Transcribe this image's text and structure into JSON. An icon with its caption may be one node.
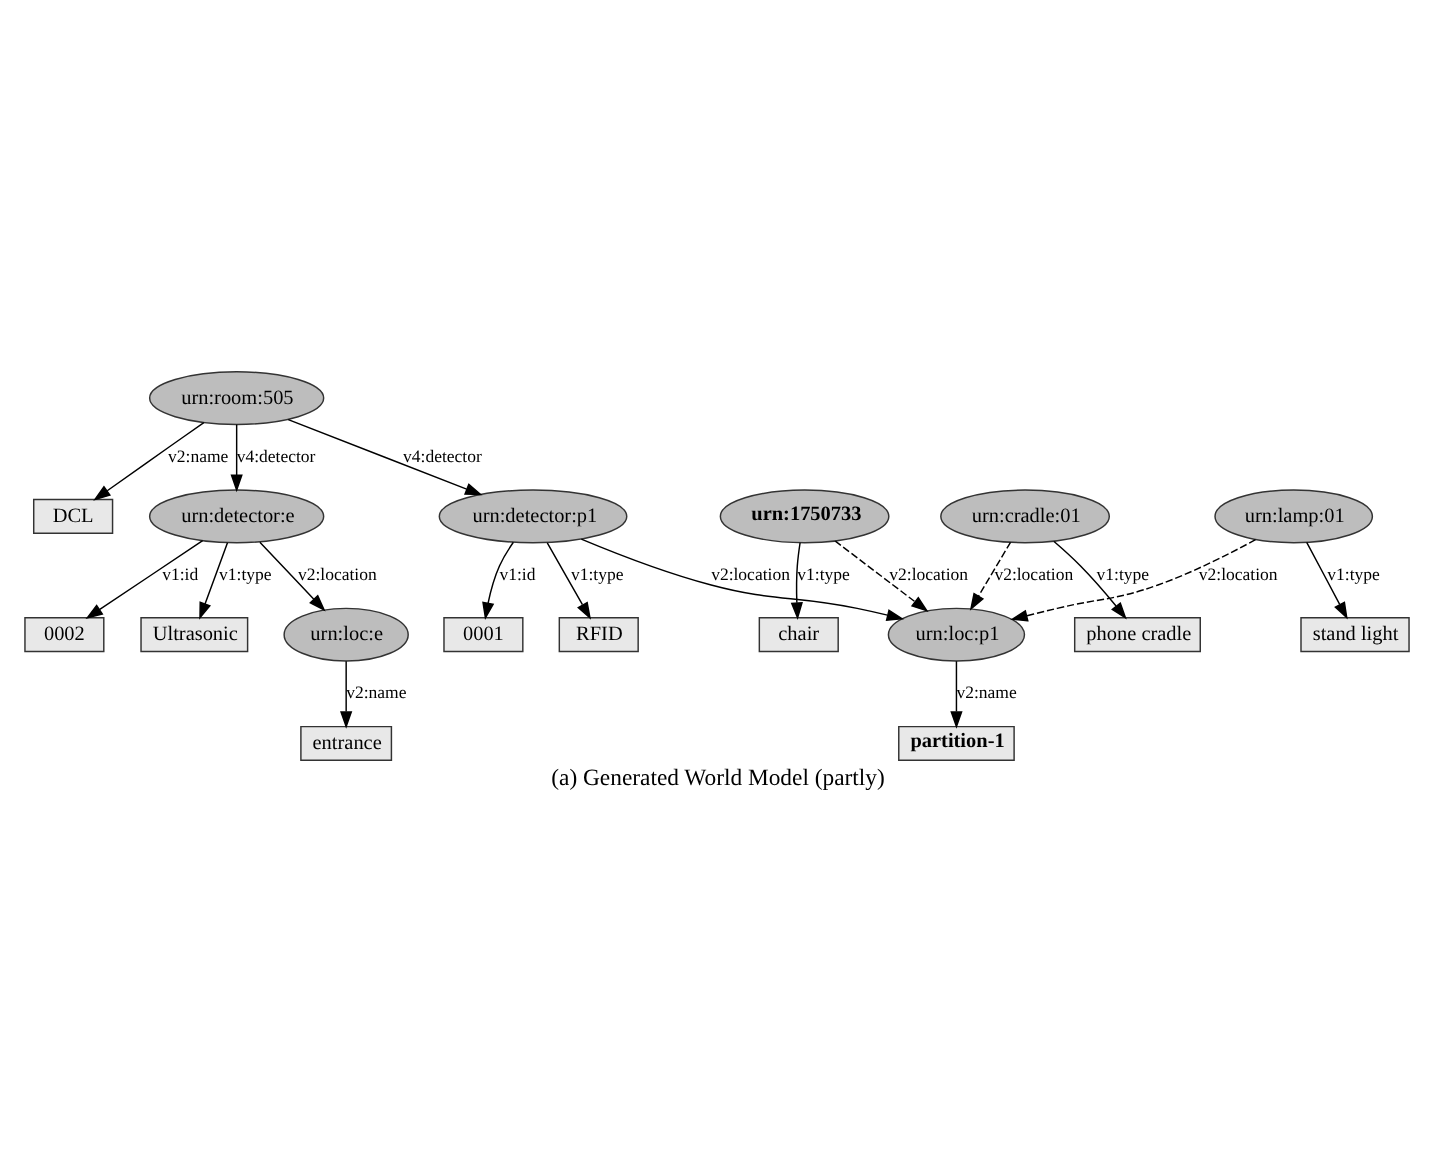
{
  "diagram": {
    "caption": "(a) Generated World Model (partly)",
    "nodes": [
      {
        "text": [
          "urn:room:505"
        ]
      },
      {
        "text": [
          "DCL"
        ]
      },
      {
        "text": [
          "urn:detector:e"
        ]
      },
      {
        "text": [
          "urn:detector:p1"
        ]
      },
      {
        "text": [
          "0002"
        ]
      },
      {
        "text": [
          "Ultrasonic"
        ]
      },
      {
        "text": [
          "0001"
        ]
      },
      {
        "text": [
          "RFID"
        ]
      },
      {
        "text": [
          "urn:loc:e"
        ]
      },
      {
        "text": [
          "entrance"
        ]
      },
      {
        "text": [
          "urn:loc:p1"
        ]
      },
      {
        "text": [
          "partition-1"
        ]
      },
      {
        "text": [
          "urn:1750733"
        ]
      },
      {
        "text": [
          "urn:lamp:01"
        ]
      },
      {
        "text": [
          "chair"
        ]
      },
      {
        "text": [
          "urn:cradle:01"
        ]
      },
      {
        "text": [
          "stand light"
        ]
      },
      {
        "text": [
          "phone cradle"
        ]
      }
    ],
    "edges": [
      {
        "from": 0,
        "to": 3,
        "arrow": "to",
        "label": "v4:detector"
      },
      {
        "from": 0,
        "to": 1,
        "arrow": "to",
        "label": "v2:name"
      },
      {
        "from": 0,
        "to": 2,
        "arrow": "to",
        "label": "v4:detector"
      },
      {
        "from": 2,
        "to": 4,
        "arrow": "to",
        "label": "v1:id"
      },
      {
        "from": 2,
        "to": 5,
        "arrow": "to",
        "label": "v1:type"
      },
      {
        "from": 2,
        "to": 8,
        "arrow": "to",
        "label": "v2:location"
      },
      {
        "from": 3,
        "to": 6,
        "arrow": "to",
        "label": "v1:id"
      },
      {
        "from": 3,
        "to": 7,
        "arrow": "to",
        "label": "v1:type"
      },
      {
        "from": 3,
        "to": 10,
        "arrow": "to",
        "label": "v2:location"
      },
      {
        "from": 8,
        "to": 9,
        "arrow": "to",
        "label": "v2:name"
      },
      {
        "from": 10,
        "to": 11,
        "arrow": "to",
        "label": "v2:name"
      },
      {
        "from": 12,
        "to": 10,
        "arrow": "to",
        "label": "v2:location",
        "style": "dashed"
      },
      {
        "from": 15,
        "to": 10,
        "arrow": "to",
        "label": "v2:location",
        "style": "dashed"
      },
      {
        "from": 13,
        "to": 10,
        "arrow": "to",
        "label": "v2:location",
        "style": "dashed"
      },
      {
        "from": 12,
        "to": 14,
        "arrow": "to",
        "label": "v1:type"
      },
      {
        "from": 15,
        "to": 17,
        "arrow": "to",
        "label": "v1:type"
      },
      {
        "from": 13,
        "to": 16,
        "arrow": "to",
        "label": "v1:type"
      }
    ]
  }
}
